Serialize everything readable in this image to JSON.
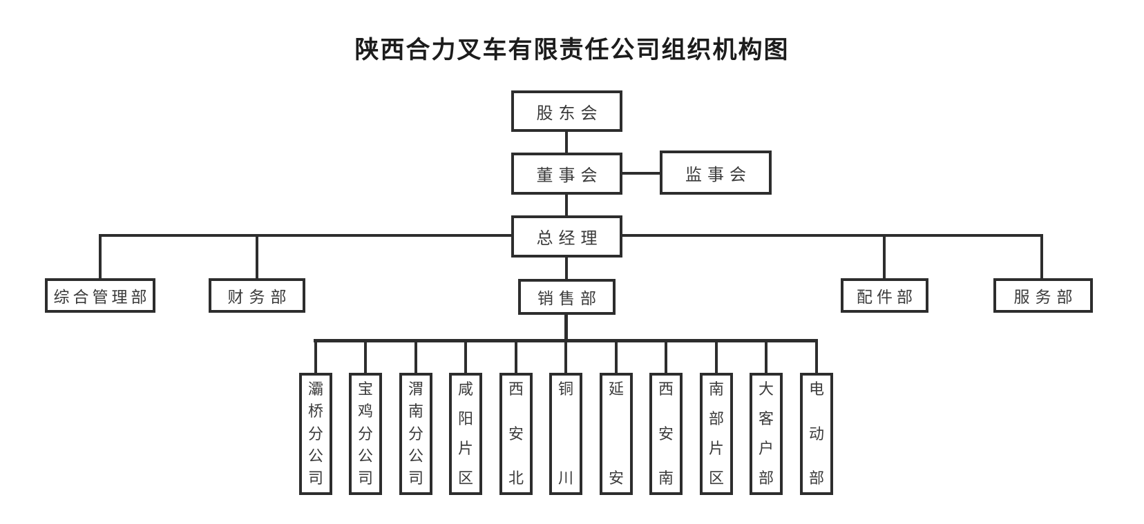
{
  "title": "陕西合力叉车有限责任公司组织机构图",
  "nodes": {
    "shareholders": "股东会",
    "board": "董事会",
    "supervisory": "监事会",
    "gm": "总经理",
    "dept_admin": "综合管理部",
    "dept_finance": "财务部",
    "dept_sales": "销售部",
    "dept_parts": "配件部",
    "dept_service": "服务部"
  },
  "sales_branches": [
    "灞桥分公司",
    "宝鸡分公司",
    "渭南分公司",
    "咸阳片区",
    "西安北",
    "铜川",
    "延安",
    "西安南",
    "南部片区",
    "大客户部",
    "电动部"
  ],
  "hierarchy": {
    "shareholders": [
      "board"
    ],
    "board": [
      "gm"
    ],
    "board_lateral": [
      "supervisory"
    ],
    "gm": [
      "dept_admin",
      "dept_finance",
      "dept_sales",
      "dept_parts",
      "dept_service"
    ],
    "dept_sales_children": "sales_branches"
  },
  "colors": {
    "line": "#2d2d2d",
    "box_border": "#2d2d2d",
    "box_text": "#3a3a3a",
    "title_text": "#1c1c1c",
    "background": "#ffffff"
  }
}
